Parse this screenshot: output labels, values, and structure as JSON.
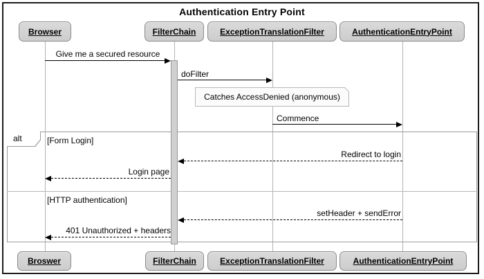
{
  "title": "Authentication Entry Point",
  "colors": {
    "participant_fill": "#d3d3d3",
    "participant_border": "#8a8a8a",
    "lifeline": "#b3b3b3",
    "activation_fill": "#d0d0d0",
    "frame_border": "#9a9a9a",
    "note_fill": "#fbfbfb",
    "note_border": "#b8b8b8",
    "arrow": "#000000"
  },
  "participants": [
    {
      "top_label": "Browser",
      "bottom_label": "Broswer"
    },
    {
      "top_label": "FilterChain",
      "bottom_label": "FilterChain"
    },
    {
      "top_label": "ExceptionTranslationFilter",
      "bottom_label": "ExceptionTranslationFilter"
    },
    {
      "top_label": "AuthenticationEntryPoint",
      "bottom_label": "AuthenticationEntryPoint"
    }
  ],
  "messages": [
    {
      "label": "Give me a secured resource",
      "from": "Browser",
      "to": "FilterChain",
      "style": "solid"
    },
    {
      "label": "doFilter",
      "from": "FilterChain",
      "to": "ExceptionTranslationFilter",
      "style": "solid"
    },
    {
      "label": "Commence",
      "from": "ExceptionTranslationFilter",
      "to": "AuthenticationEntryPoint",
      "style": "solid"
    },
    {
      "label": "Redirect to login",
      "from": "AuthenticationEntryPoint",
      "to": "FilterChain",
      "style": "dashed"
    },
    {
      "label": "Login page",
      "from": "FilterChain",
      "to": "Browser",
      "style": "dashed"
    },
    {
      "label": "setHeader + sendError",
      "from": "AuthenticationEntryPoint",
      "to": "FilterChain",
      "style": "dashed"
    },
    {
      "label": "401 Unauthorized + headers",
      "from": "FilterChain",
      "to": "Browser",
      "style": "dashed"
    }
  ],
  "note": {
    "text": "Catches AccessDenied (anonymous)"
  },
  "alt_frame": {
    "operator": "alt",
    "guards": [
      "[Form Login]",
      "[HTTP authentication]"
    ]
  }
}
